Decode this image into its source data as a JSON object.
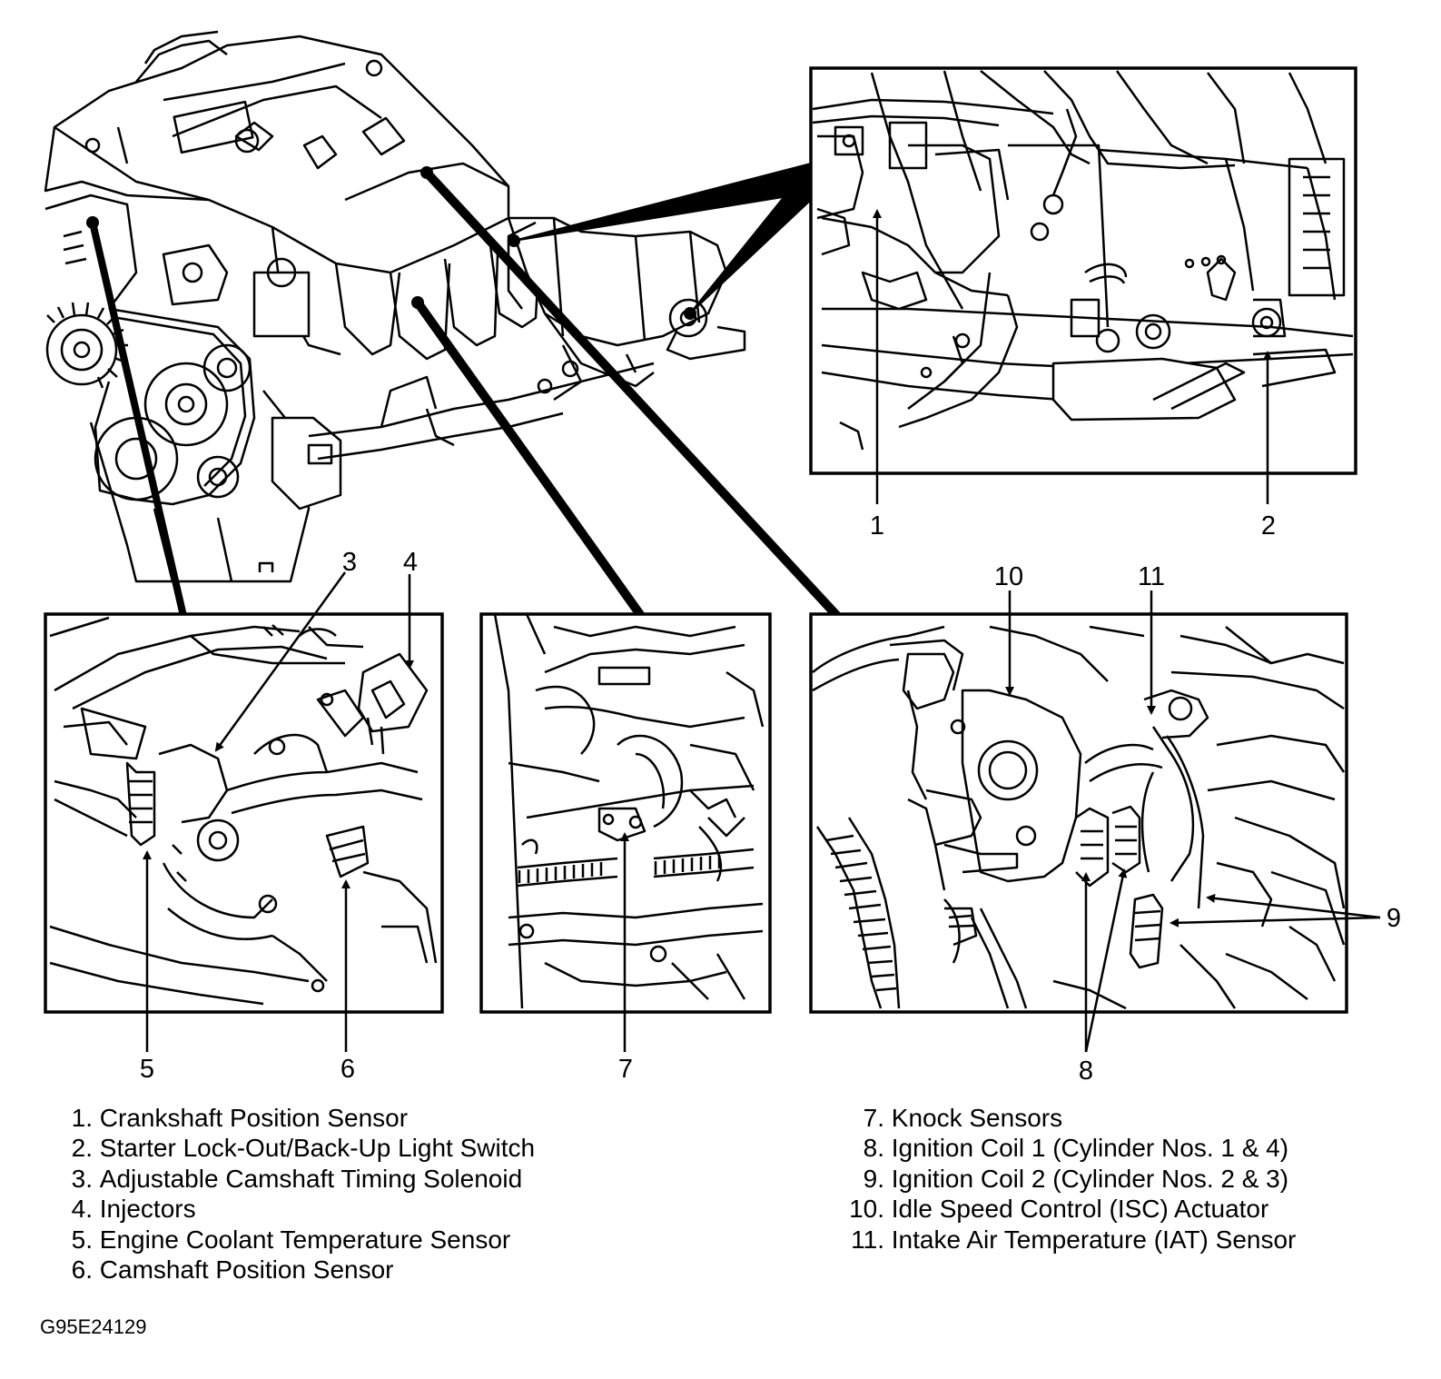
{
  "callouts": {
    "c1": "1",
    "c2": "2",
    "c3": "3",
    "c4": "4",
    "c5": "5",
    "c6": "6",
    "c7": "7",
    "c8": "8",
    "c9": "9",
    "c10": "10",
    "c11": "11"
  },
  "legend_left": [
    {
      "num": "1.",
      "label": "Crankshaft Position Sensor"
    },
    {
      "num": "2.",
      "label": "Starter Lock-Out/Back-Up Light Switch"
    },
    {
      "num": "3.",
      "label": "Adjustable Camshaft Timing Solenoid"
    },
    {
      "num": "4.",
      "label": "Injectors"
    },
    {
      "num": "5.",
      "label": "Engine Coolant Temperature Sensor"
    },
    {
      "num": "6.",
      "label": "Camshaft Position Sensor"
    }
  ],
  "legend_right": [
    {
      "num": "7.",
      "label": "Knock Sensors"
    },
    {
      "num": "8.",
      "label": "Ignition Coil 1 (Cylinder Nos. 1 & 4)"
    },
    {
      "num": "9.",
      "label": "Ignition Coil 2 (Cylinder Nos. 2 & 3)"
    },
    {
      "num": "10.",
      "label": "Idle Speed Control (ISC) Actuator"
    },
    {
      "num": "11.",
      "label": "Intake Air Temperature (IAT) Sensor"
    }
  ],
  "figure_code": "G95E24129",
  "colors": {
    "ink": "#000000",
    "paper": "#ffffff"
  }
}
